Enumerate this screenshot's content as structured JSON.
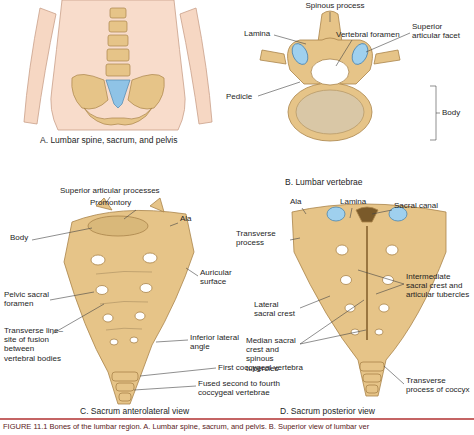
{
  "diagram": {
    "caption": "FIGURE 11.1 Bones of the lumbar region. A. Lumbar spine, sacrum, and pelvis. B. Superior view of lumbar ver",
    "labels": [
      "A. Lumbar spine, sacrum, and pelvis",
      "Spinous process",
      "Lamina",
      "Vertebral foramen",
      "Superior articular facet",
      "Pedicle",
      "Body",
      "B. Lumbar vertebrae",
      "Superior articular processes",
      "Promontory",
      "Ala",
      "Body",
      "Auricular surface",
      "Pelvic sacral foramen",
      "Transverse line–site of fusion between vertebral bodies",
      "Inferior lateral angle",
      "First coccygeal vertebra",
      "Fused second to fourth coccygeal vertebrae",
      "C. Sacrum anterolateral view",
      "Ala",
      "Lamina",
      "Sacral canal",
      "Transverse process",
      "Lateral sacral crest",
      "Median sacral crest and spinous tubercles",
      "Intermediate sacral crest and articular tubercles",
      "Transverse process of coccyx",
      "D. Sacrum posterior view"
    ]
  }
}
